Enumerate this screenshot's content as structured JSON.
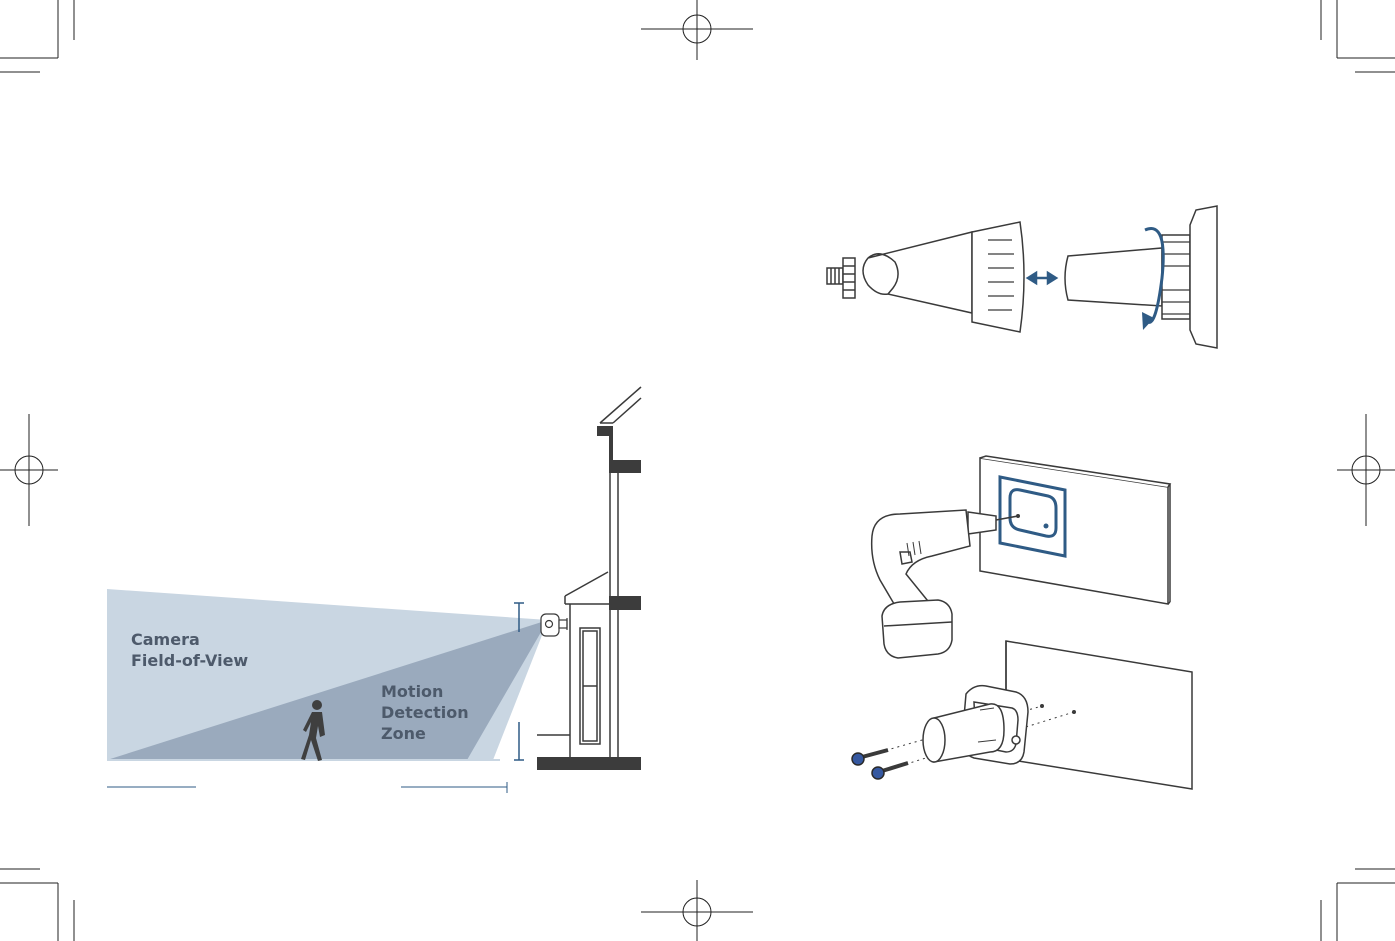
{
  "labels": {
    "field_of_view": [
      "Camera",
      "Field-of-View"
    ],
    "motion_zone": [
      "Motion",
      "Detection",
      "Zone"
    ]
  },
  "colors": {
    "field_of_view_fill": "#c9d6e2",
    "motion_zone_fill": "#9aaabd",
    "label_text": "#4d5a6b",
    "accent_blue": "#2f5b85",
    "screw_blue": "#3558a0",
    "line_dark": "#3a3a3a",
    "wall_dark": "#3c3c3c"
  },
  "icons": [
    "registration-mark-icon",
    "crop-mark-icon",
    "person-walking-icon",
    "camera-icon",
    "drill-icon",
    "screw-icon",
    "bidirectional-arrow-icon",
    "rotation-arrow-icon"
  ]
}
